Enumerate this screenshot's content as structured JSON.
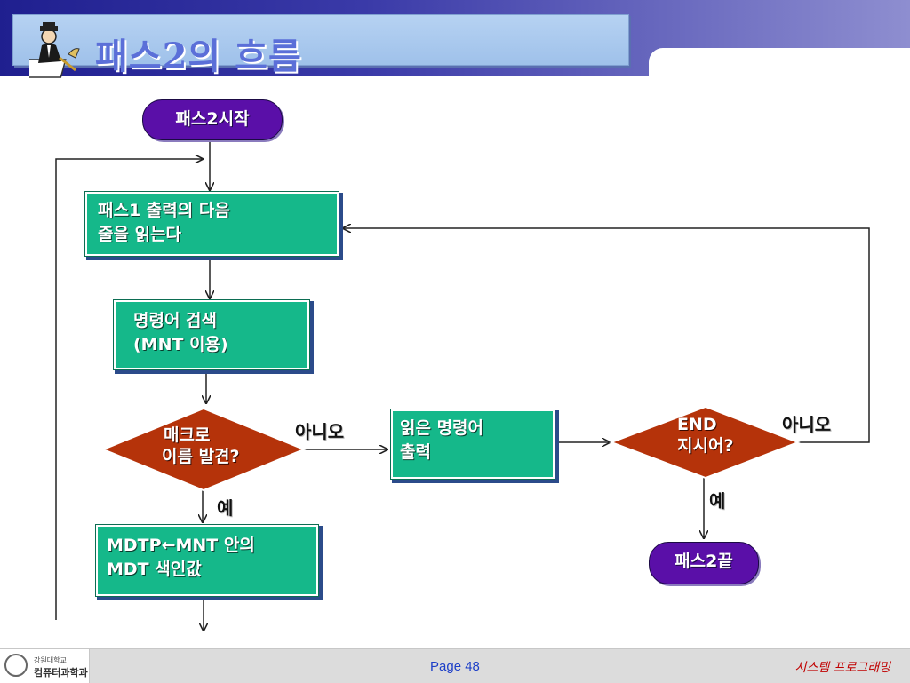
{
  "header": {
    "title": "패스2의 흐름"
  },
  "flowchart": {
    "start": "패스2시작",
    "read_line": {
      "line1": "패스1 출력의 다음",
      "line2": "줄을 읽는다"
    },
    "search_opcode": {
      "line1": "명령어 검색",
      "line2": "(MNT 이용)"
    },
    "macro_decision": {
      "line1": "매크로",
      "line2": "이름 발견?"
    },
    "output_line": {
      "line1": "읽은 명령어",
      "line2": "출력"
    },
    "end_decision": {
      "line1": "END",
      "line2": "지시어?"
    },
    "mdtp_assign": {
      "line1": "MDTP←MNT 안의",
      "line2": "MDT 색인값"
    },
    "end": "패스2끝",
    "labels": {
      "no_macro": "아니오",
      "yes_macro": "예",
      "no_end": "아니오",
      "yes_end": "예"
    }
  },
  "footer": {
    "university_small": "강원대학교",
    "department": "컴퓨터과학과",
    "page": "Page 48",
    "course": "시스템 프로그래밍"
  },
  "colors": {
    "process": "#15b88a",
    "decision": "#b5330a",
    "terminal": "#5a0fa8",
    "header": "#1f1f8f"
  }
}
